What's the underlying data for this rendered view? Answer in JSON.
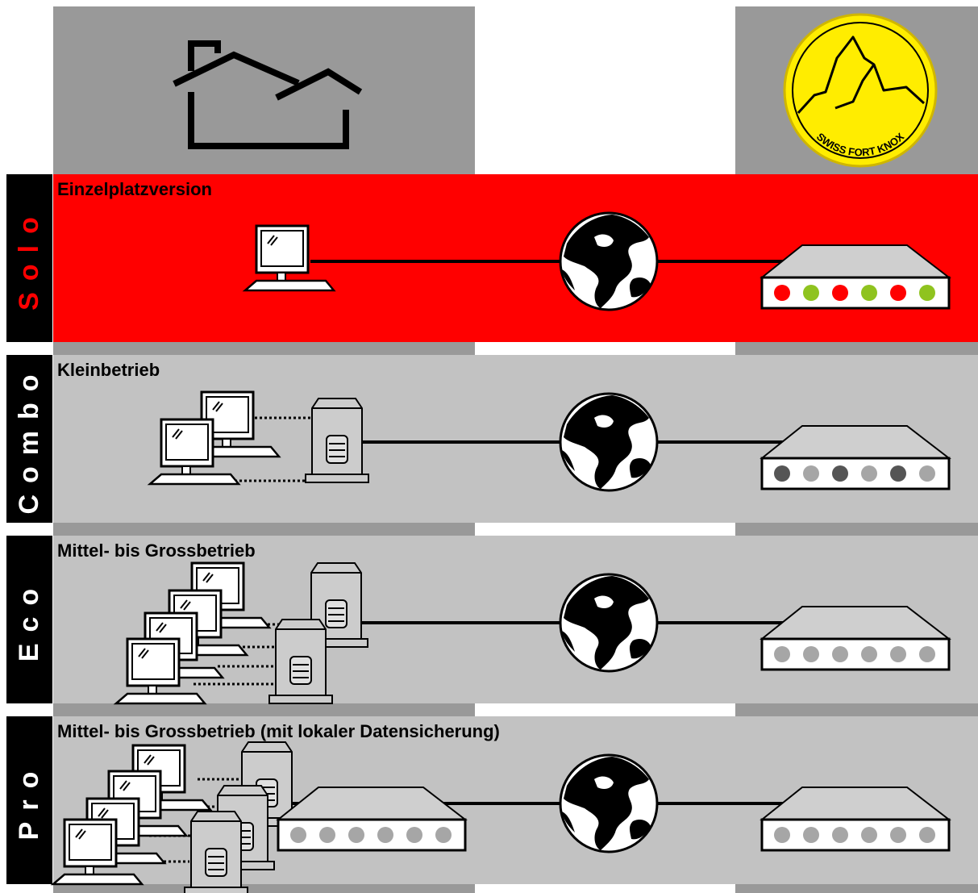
{
  "colors": {
    "column_gray": "#999999",
    "row_gray": "#c2c2c2",
    "solo_red": "#ff0000",
    "side_black": "#000000",
    "badge_yellow": "#ffed00",
    "led_red": "#ff0000",
    "led_green": "#8fc31f",
    "led_dark": "#555555",
    "led_gray": "#a6a6a6"
  },
  "header": {
    "home_icon": "house-icon",
    "datacenter_badge": {
      "icon": "matterhorn-mountain-icon",
      "text": "SWISS FORT KNOX"
    }
  },
  "rows": [
    {
      "id": "solo",
      "side_label": "Solo",
      "title": "Einzelplatzversion",
      "local_equipment": "single-workstation",
      "cloud_icon": "globe-icon",
      "remote_device": "storage-appliance",
      "led_colors": [
        "red",
        "green",
        "red",
        "green",
        "red",
        "green"
      ]
    },
    {
      "id": "combo",
      "side_label": "Combo",
      "title": "Kleinbetrieb",
      "local_equipment": "two-workstations-one-server",
      "cloud_icon": "globe-icon",
      "remote_device": "storage-appliance",
      "led_colors": [
        "dark",
        "gray",
        "dark",
        "gray",
        "dark",
        "gray"
      ]
    },
    {
      "id": "eco",
      "side_label": "Eco",
      "title": "Mittel- bis Grossbetrieb",
      "local_equipment": "four-workstations-two-servers",
      "cloud_icon": "globe-icon",
      "remote_device": "storage-appliance",
      "led_colors": [
        "gray",
        "gray",
        "gray",
        "gray",
        "gray",
        "gray"
      ]
    },
    {
      "id": "pro",
      "side_label": "Pro",
      "title": "Mittel- bis Grossbetrieb (mit lokaler Datensicherung)",
      "local_equipment": "four-workstations-three-servers-local-appliance",
      "cloud_icon": "globe-icon",
      "remote_device": "storage-appliance",
      "led_colors": [
        "gray",
        "gray",
        "gray",
        "gray",
        "gray",
        "gray"
      ]
    }
  ]
}
